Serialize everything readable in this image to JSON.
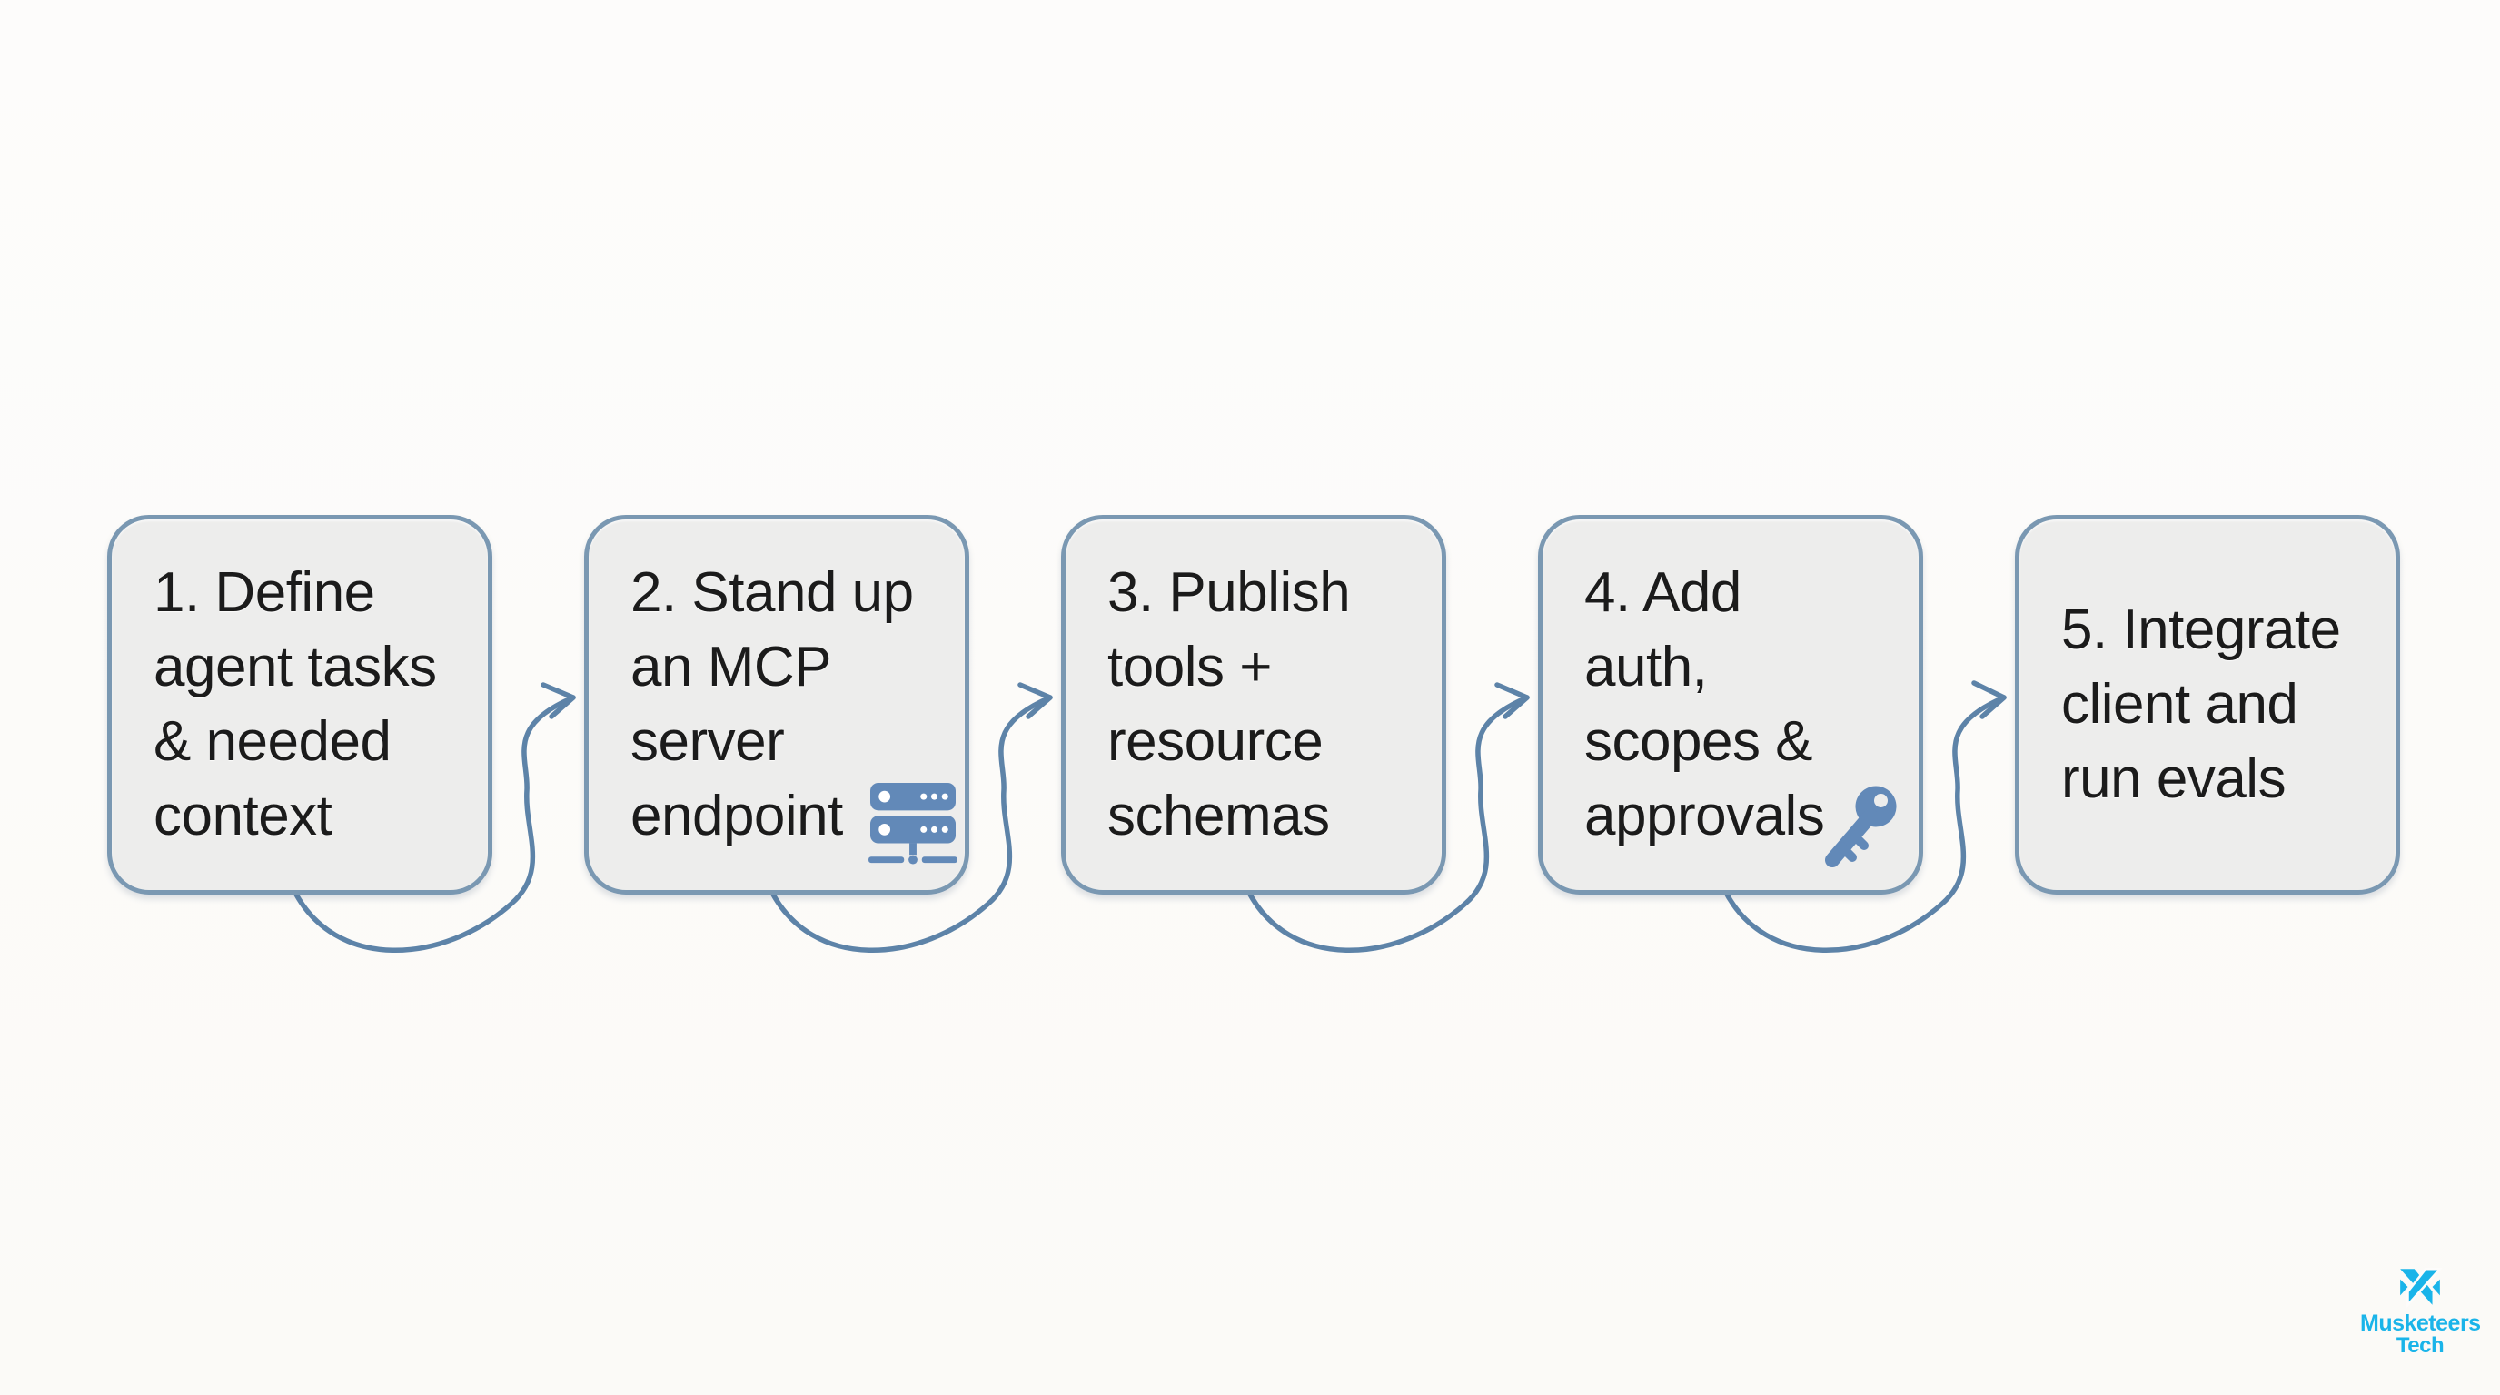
{
  "steps": [
    {
      "label": "1. Define\nagent tasks\n& needed\ncontext",
      "icon": null
    },
    {
      "label": "2. Stand up\nan MCP\nserver\nendpoint",
      "icon": "server-icon"
    },
    {
      "label": "3. Publish\ntools +\nresource\nschemas",
      "icon": null
    },
    {
      "label": "4. Add\nauth,\nscopes &\napprovals",
      "icon": "key-icon"
    },
    {
      "label": "5. Integrate\nclient and\nrun evals",
      "icon": null
    }
  ],
  "connectors": [
    {
      "from": "step-1",
      "to": "step-2"
    },
    {
      "from": "step-2",
      "to": "step-3"
    },
    {
      "from": "step-3",
      "to": "step-4"
    },
    {
      "from": "step-4",
      "to": "step-5"
    }
  ],
  "logo": {
    "name": "Musketeers",
    "sub": "Tech"
  },
  "colors": {
    "background": "#fcfbf9",
    "box_fill": "#ededec",
    "box_border": "#7a98b2",
    "arrow": "#5d83a8",
    "icon_blue": "#6289b8",
    "logo_cyan": "#1ab4e9",
    "text": "#1b1b1b"
  }
}
